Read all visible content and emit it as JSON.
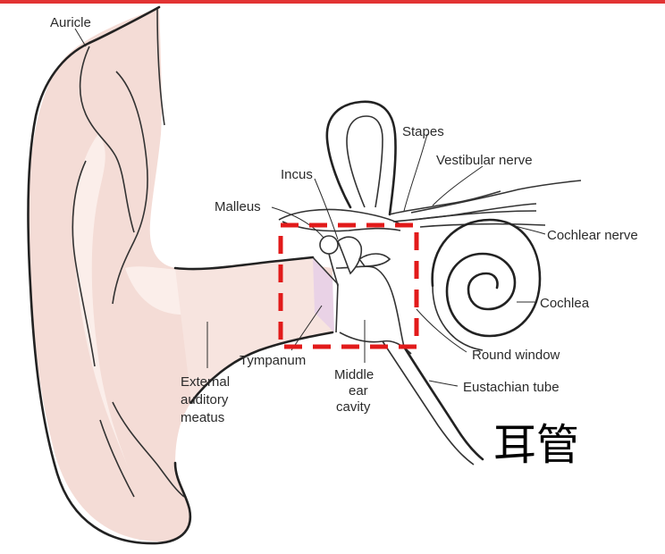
{
  "colors": {
    "top_rule": "#e23333",
    "highlight_box": "#e21a1a",
    "skin": "#f4dcd6",
    "skin_light": "#fbeeea",
    "canal": "#f7e4df",
    "membrane": "#e9d2e6"
  },
  "labels": {
    "auricle": "Auricle",
    "stapes": "Stapes",
    "incus": "Incus",
    "vestibular_nerve": "Vestibular nerve",
    "malleus": "Malleus",
    "cochlear_nerve": "Cochlear nerve",
    "cochlea": "Cochlea",
    "round_window": "Round window",
    "tympanum": "Tympanum",
    "middle_ear_cavity": [
      "Middle",
      "ear",
      "cavity"
    ],
    "eustachian_tube": "Eustachian tube",
    "external_auditory_meatus": [
      "External",
      "auditory",
      "meatus"
    ]
  },
  "annotation": {
    "highlight_caption": "耳管"
  }
}
